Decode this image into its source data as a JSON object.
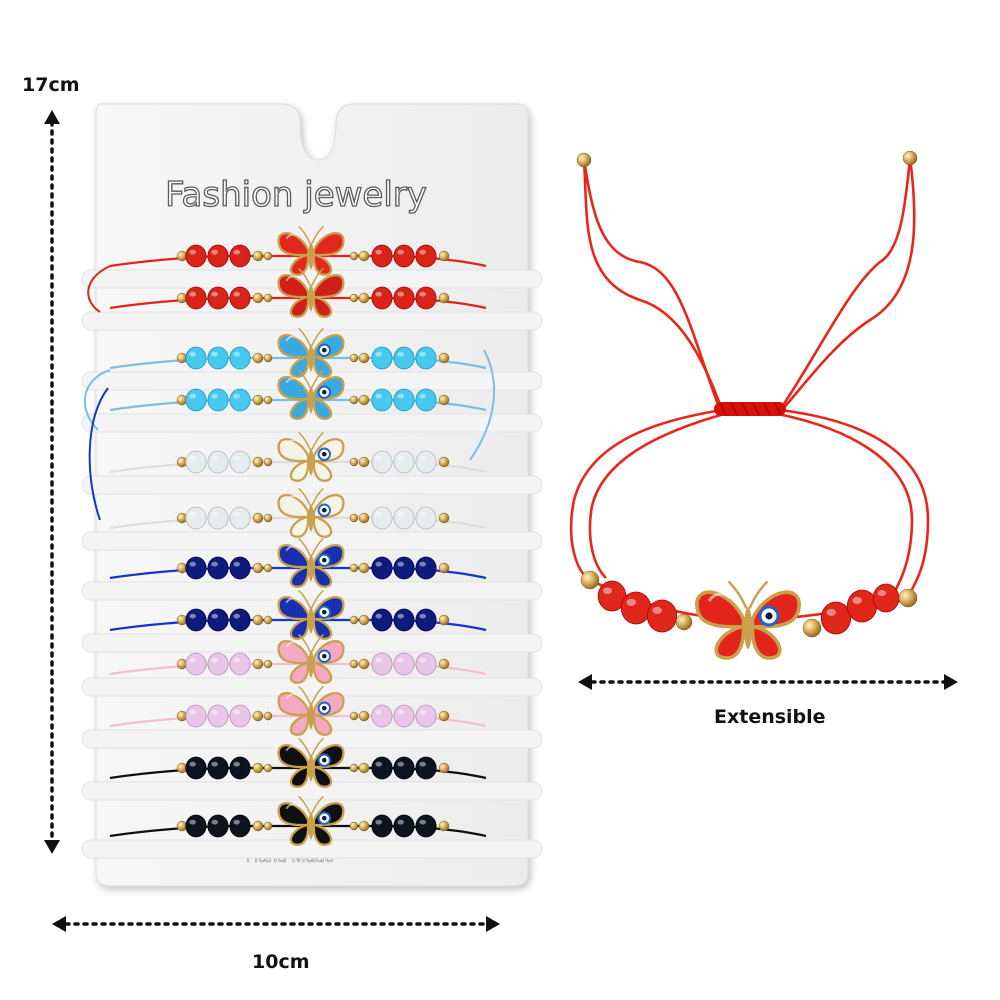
{
  "dimensions": {
    "height_label": "17cm",
    "width_label": "10cm",
    "extensible_label": "Extensible"
  },
  "card": {
    "title": "Fashion jewelry",
    "footer": "Hand Made",
    "card_color": "#f2f2f2"
  },
  "bracelets": [
    {
      "name": "red",
      "cord": "#e02418",
      "bead": "#d9241a",
      "wing": "#e0281c",
      "eye_icon": false
    },
    {
      "name": "red",
      "cord": "#e02418",
      "bead": "#d9241a",
      "wing": "#cf1f18",
      "eye_icon": false
    },
    {
      "name": "sky-blue",
      "cord": "#79bfe6",
      "bead": "#47c8ee",
      "wing": "#39a9e0",
      "eye_icon": true
    },
    {
      "name": "sky-blue",
      "cord": "#79bfe6",
      "bead": "#47c8ee",
      "wing": "#39a9e0",
      "eye_icon": true
    },
    {
      "name": "white",
      "cord": "#dddddd",
      "bead": "#e6ebee",
      "wing": "#f5f3e8",
      "eye_icon": true
    },
    {
      "name": "white",
      "cord": "#dddddd",
      "bead": "#e6ebee",
      "wing": "#f5f3e8",
      "eye_icon": true
    },
    {
      "name": "navy",
      "cord": "#1437c8",
      "bead": "#0e1a7c",
      "wing": "#1a2fb0",
      "eye_icon": true
    },
    {
      "name": "navy",
      "cord": "#1437c8",
      "bead": "#0e1a7c",
      "wing": "#1a2fb0",
      "eye_icon": true
    },
    {
      "name": "pink",
      "cord": "#f1bfd0",
      "bead": "#e7c6e8",
      "wing": "#f4a8c2",
      "eye_icon": true
    },
    {
      "name": "pink",
      "cord": "#f1bfd0",
      "bead": "#e7c6e8",
      "wing": "#f4a8c2",
      "eye_icon": true
    },
    {
      "name": "black",
      "cord": "#111111",
      "bead": "#0d1420",
      "wing": "#101010",
      "eye_icon": true
    },
    {
      "name": "black",
      "cord": "#111111",
      "bead": "#0d1420",
      "wing": "#101010",
      "eye_icon": true
    }
  ],
  "single_bracelet": {
    "cord": "#e8261a",
    "bead": "#e0271c",
    "wing": "#e4241a",
    "gold": "#d9b15a"
  }
}
